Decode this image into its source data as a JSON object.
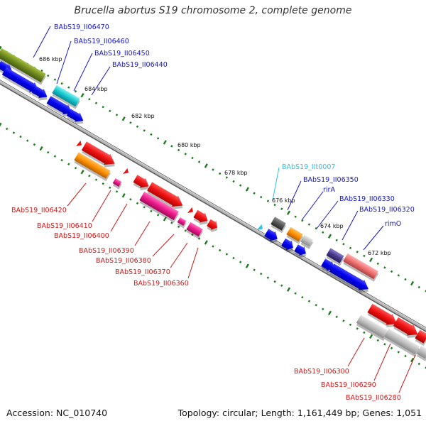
{
  "title": "Brucella abortus S19 chromosome 2, complete genome",
  "footer": {
    "accession": "Accession: NC_010740",
    "summary": "Topology: circular; Length: 1,161,449 bp; Genes: 1,051"
  },
  "colors": {
    "blue_label": "#1515c8",
    "red_label": "#cc1a1a",
    "cyan_label": "#2fc0e0",
    "dot_green": "#1e7a1e",
    "backbone": "#8a8a8a"
  },
  "ticks": [
    "686 kbp",
    "684 kbp",
    "682 kbp",
    "680 kbp",
    "678 kbp",
    "676 kbp",
    "674 kbp",
    "672 kbp"
  ],
  "labels": {
    "top": [
      "BAbS19_II06470",
      "BAbS19_II06460",
      "BAbS19_II06450",
      "BAbS19_II06440"
    ],
    "right_top": [
      "BAbS19_IIt0007",
      "BAbS19_II06350",
      "rirA",
      "BAbS19_II06330",
      "BAbS19_II06320",
      "rimO"
    ],
    "left_bottom": [
      "BAbS19_II06420",
      "BAbS19_II06410",
      "BAbS19_II06400",
      "BAbS19_II06390",
      "BAbS19_II06380",
      "BAbS19_II06370",
      "BAbS19_II06360"
    ],
    "right_bottom": [
      "BAbS19_II06300",
      "BAbS19_II06290",
      "BAbS19_II06280"
    ]
  }
}
